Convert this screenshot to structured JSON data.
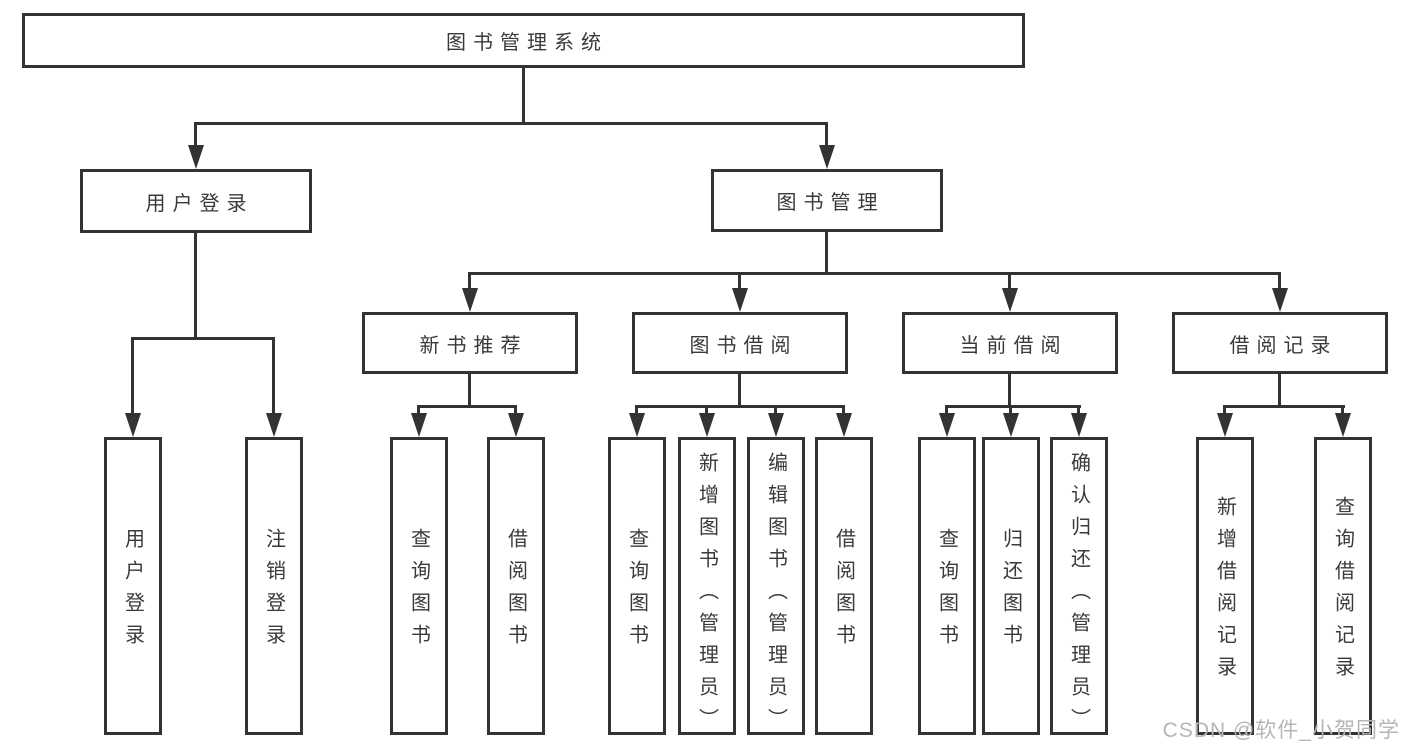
{
  "nodes": {
    "root": "图书管理系统",
    "user_login": "用户登录",
    "book_mgmt": "图书管理",
    "new_books": "新书推荐",
    "book_borrow": "图书借阅",
    "current_borrow": "当前借阅",
    "borrow_records": "借阅记录",
    "leaf_user_login": "用户登录",
    "leaf_logout": "注销登录",
    "nb_query_books": "查询图书",
    "nb_borrow_books": "借阅图书",
    "bb_query_books": "查询图书",
    "bb_add_books": "新增图书（管理员）",
    "bb_edit_books": "编辑图书（管理员）",
    "bb_borrow_books": "借阅图书",
    "cb_query_books": "查询图书",
    "cb_return_books": "归还图书",
    "cb_confirm_return": "确认归还（管理员）",
    "br_add_record": "新增借阅记录",
    "br_query_record": "查询借阅记录"
  },
  "watermark": "CSDN @软件_小贺同学",
  "colors": {
    "line": "#333333",
    "text": "#3a3a3a",
    "watermark": "#b5b5b5",
    "background": "#ffffff"
  }
}
